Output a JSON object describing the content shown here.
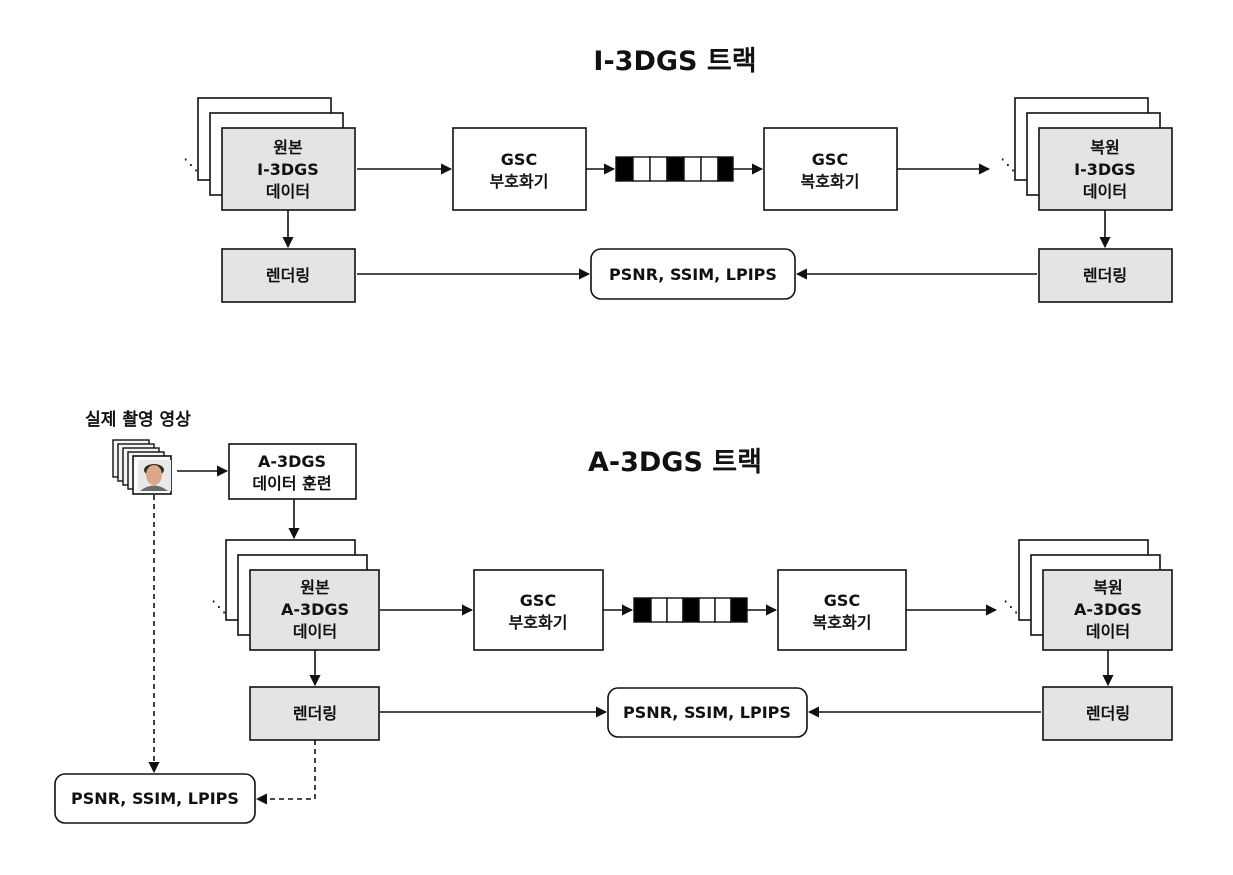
{
  "track_i": {
    "title": "I-3DGS 트랙",
    "original": [
      "원본",
      "I-3DGS",
      "데이터"
    ],
    "encoder": [
      "GSC",
      "부호화기"
    ],
    "decoder": [
      "GSC",
      "복호화기"
    ],
    "restored": [
      "복원",
      "I-3DGS",
      "데이터"
    ],
    "render_left": "렌더링",
    "render_right": "렌더링",
    "metrics": "PSNR, SSIM, LPIPS"
  },
  "track_a": {
    "title": "A-3DGS 트랙",
    "real_video_caption": "실제 촬영 영상",
    "training": [
      "A-3DGS",
      "데이터 훈련"
    ],
    "original": [
      "원본",
      "A-3DGS",
      "데이터"
    ],
    "encoder": [
      "GSC",
      "부호화기"
    ],
    "decoder": [
      "GSC",
      "복호화기"
    ],
    "restored": [
      "복원",
      "A-3DGS",
      "데이터"
    ],
    "render_left": "렌더링",
    "render_right": "렌더링",
    "metrics": "PSNR, SSIM, LPIPS",
    "metrics_real": "PSNR, SSIM, LPIPS"
  },
  "icons": {
    "bitstream": "bitstream-icon",
    "video_frames": "video-frames-icon",
    "stack_ellipsis": "ellipsis-icon"
  },
  "colors": {
    "box_fill": "#e4e4e4",
    "stroke": "#111111",
    "bit_fill": "#000000"
  }
}
